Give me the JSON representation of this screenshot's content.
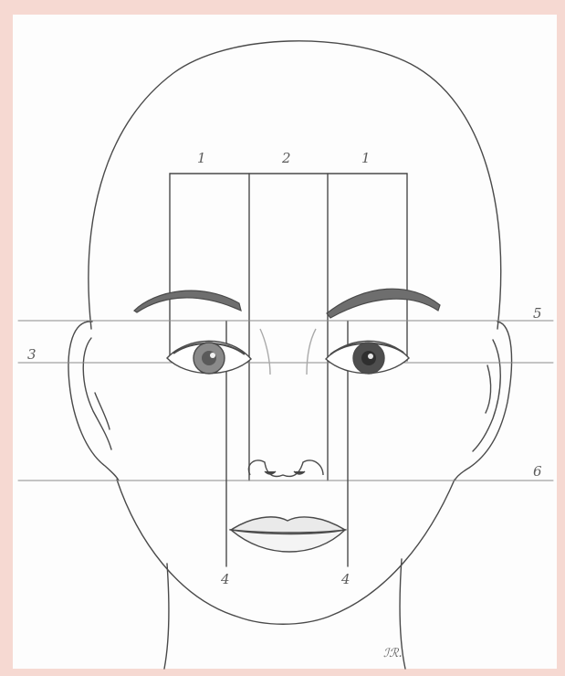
{
  "labels": {
    "top_left": "1",
    "top_middle": "2",
    "top_right": "1",
    "left_eyeline": "3",
    "right_browline": "5",
    "right_earbase": "6",
    "mouth_left": "4",
    "mouth_right": "4"
  },
  "signature": "ℐℛ."
}
